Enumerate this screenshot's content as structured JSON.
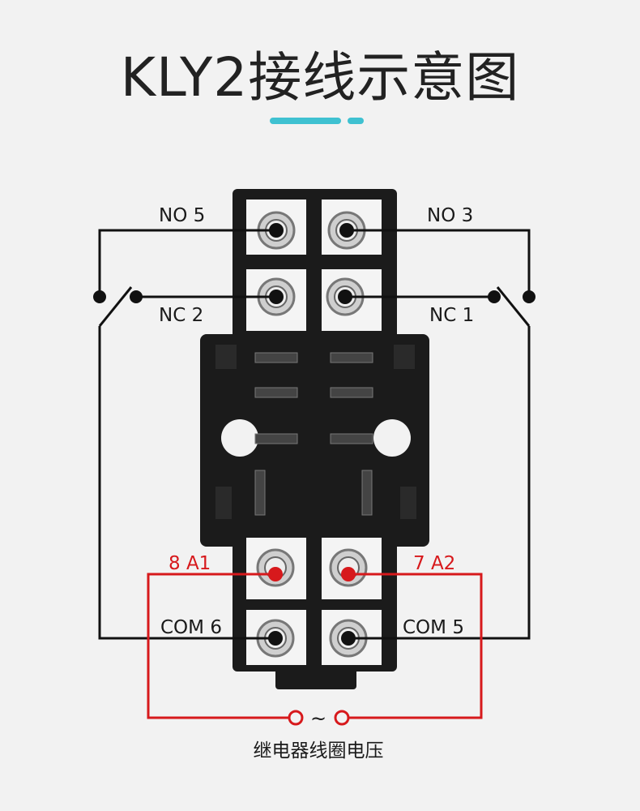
{
  "title": "KLY2接线示意图",
  "accent_color": "#3fc1d1",
  "wire_color": "#111111",
  "coil_wire_color": "#d7191c",
  "labels": {
    "no5": "NO 5",
    "no3": "NO 3",
    "nc2": "NC 2",
    "nc1": "NC 1",
    "a1": "8 A1",
    "a2": "7 A2",
    "com6": "COM 6",
    "com5": "COM 5"
  },
  "coil_symbol": "~",
  "caption": "继电器线圈电压"
}
